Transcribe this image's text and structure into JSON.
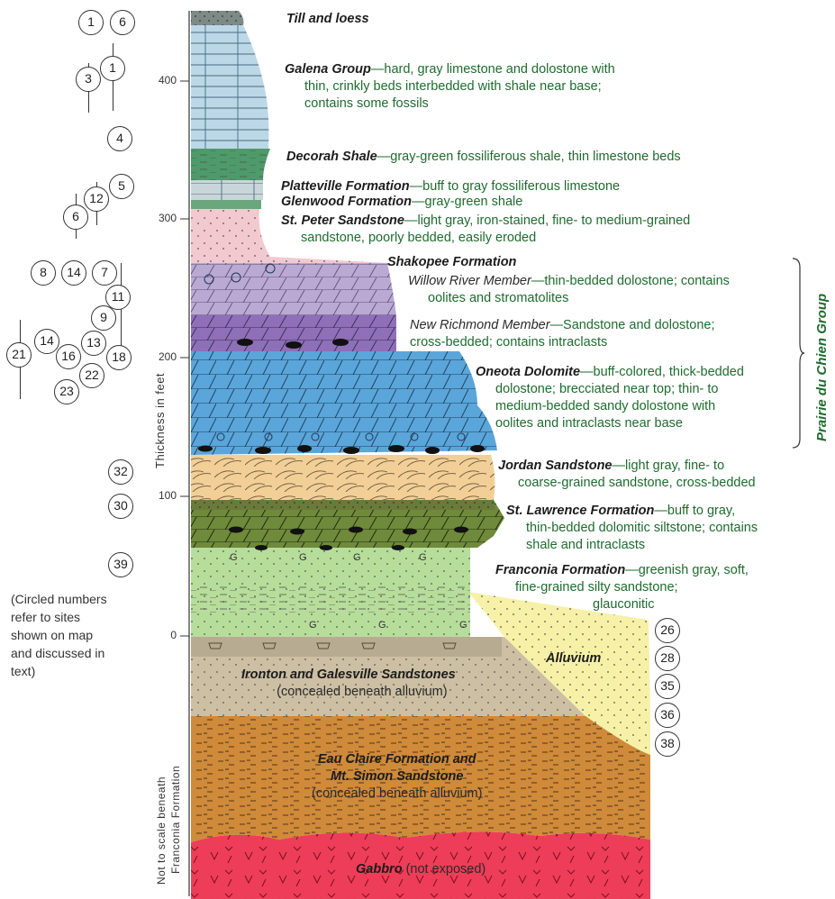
{
  "axis": {
    "title": "Thickness in feet",
    "ticks": [
      "400",
      "300",
      "200",
      "100",
      "0"
    ],
    "not_to_scale": [
      "Not to scale beneath",
      "Franconia Formation"
    ]
  },
  "group_label": "Prairie du Chien Group",
  "note": [
    "(Circled numbers",
    "refer to sites",
    "shown on map",
    "and discussed in",
    "text)"
  ],
  "units": [
    {
      "name": "Till and loess",
      "desc": ""
    },
    {
      "name": "Galena Group",
      "desc": "—hard, gray limestone and dolostone with",
      "desc2": "thin, crinkly beds interbedded with shale near base;",
      "desc3": "contains some fossils"
    },
    {
      "name": "Decorah Shale",
      "desc": "—gray-green fossiliferous shale, thin limestone beds"
    },
    {
      "name": "Platteville Formation",
      "desc": "—buff to gray fossiliferous limestone"
    },
    {
      "name": "Glenwood Formation",
      "desc": "—gray-green shale"
    },
    {
      "name": "St. Peter Sandstone",
      "desc": "—light gray, iron-stained, fine- to medium-grained",
      "desc2": "sandstone, poorly bedded, easily eroded"
    },
    {
      "name": "Shakopee Formation",
      "desc": ""
    },
    {
      "name": "Willow River Member",
      "desc": "—thin-bedded dolostone; contains",
      "desc2": "oolites and stromatolites"
    },
    {
      "name": "New Richmond Member",
      "desc": "—Sandstone and dolostone;",
      "desc2": "cross-bedded; contains intraclasts"
    },
    {
      "name": "Oneota Dolomite",
      "desc": "—buff-colored, thick-bedded",
      "desc2": "dolostone; brecciated near top; thin- to",
      "desc3": "medium-bedded sandy dolostone with",
      "desc4": "oolites and intraclasts near base"
    },
    {
      "name": "Jordan Sandstone",
      "desc": "—light gray, fine- to",
      "desc2": "coarse-grained sandstone, cross-bedded"
    },
    {
      "name": "St. Lawrence Formation",
      "desc": "—buff to gray,",
      "desc2": "thin-bedded dolomitic siltstone; contains",
      "desc3": "shale and intraclasts"
    },
    {
      "name": "Franconia Formation",
      "desc": "—greenish gray, soft,",
      "desc2": "fine-grained silty sandstone;",
      "desc3": "glauconitic"
    },
    {
      "name": "Alluvium",
      "desc": ""
    },
    {
      "name": "Ironton and Galesville Sandstones",
      "desc": "(concealed beneath alluvium)"
    },
    {
      "name": "Eau Claire Formation and",
      "name2": "Mt. Simon Sandstone",
      "desc": "(concealed beneath alluvium)"
    },
    {
      "name": "Gabbro",
      "desc": " (not exposed)"
    }
  ],
  "sites": [
    "1",
    "6",
    "3",
    "1",
    "4",
    "5",
    "12",
    "6",
    "8",
    "14",
    "7",
    "11",
    "9",
    "13",
    "18",
    "21",
    "14",
    "16",
    "22",
    "23",
    "32",
    "30",
    "39",
    "26",
    "28",
    "35",
    "36",
    "38"
  ],
  "colors": {
    "till": "#7d8a86",
    "galena": "#bcd8e6",
    "decorah": "#4f9a6a",
    "platteville": "#c9d6d9",
    "glenwood": "#6aa77c",
    "stpeter": "#f1c9cf",
    "willow": "#b9a9d3",
    "newrichmond": "#8e6fb8",
    "oneota": "#5aa6da",
    "jordan": "#f3cf98",
    "stlawrence": "#6f8a3a",
    "franconia": "#b7dd9b",
    "alluvium": "#f6f1a6",
    "ironton": "#cdbfa3",
    "eauclaire": "#cf8a3a",
    "gabbro": "#ee3d58"
  }
}
